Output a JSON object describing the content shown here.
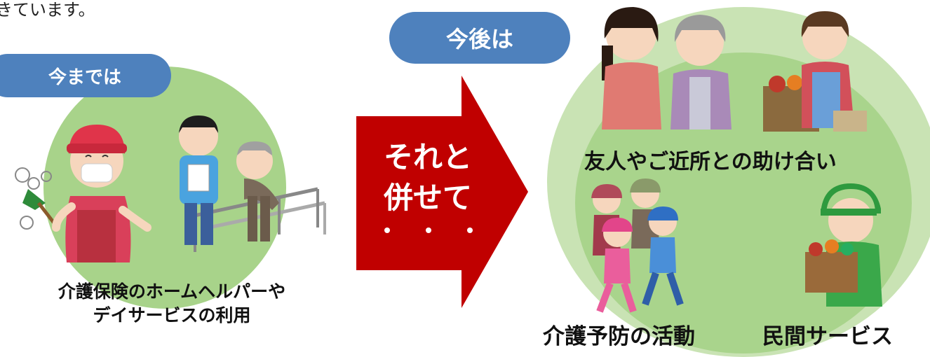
{
  "intro_text": "きています。",
  "before": {
    "badge": "今までは",
    "caption_line1": "介護保険のホームヘルパーや",
    "caption_line2": "デイサービスの利用"
  },
  "arrow": {
    "line1": "それと",
    "line2": "併せて"
  },
  "after": {
    "badge": "今後は",
    "friends_label": "友人やご近所との助け合い",
    "prevention_label": "介護予防の活動",
    "private_label": "民間サービス"
  },
  "colors": {
    "badge_blue": "#4e81bd",
    "arrow_red": "#c00000",
    "circle_green": "#a9d48c",
    "circle_light_green": "#c9e3b4"
  },
  "icons": [
    "helper-cleaning-illustration",
    "rehab-training-illustration",
    "friends-chatting-illustration",
    "market-shopkeeper-illustration",
    "walking-group-illustration",
    "delivery-worker-illustration"
  ]
}
